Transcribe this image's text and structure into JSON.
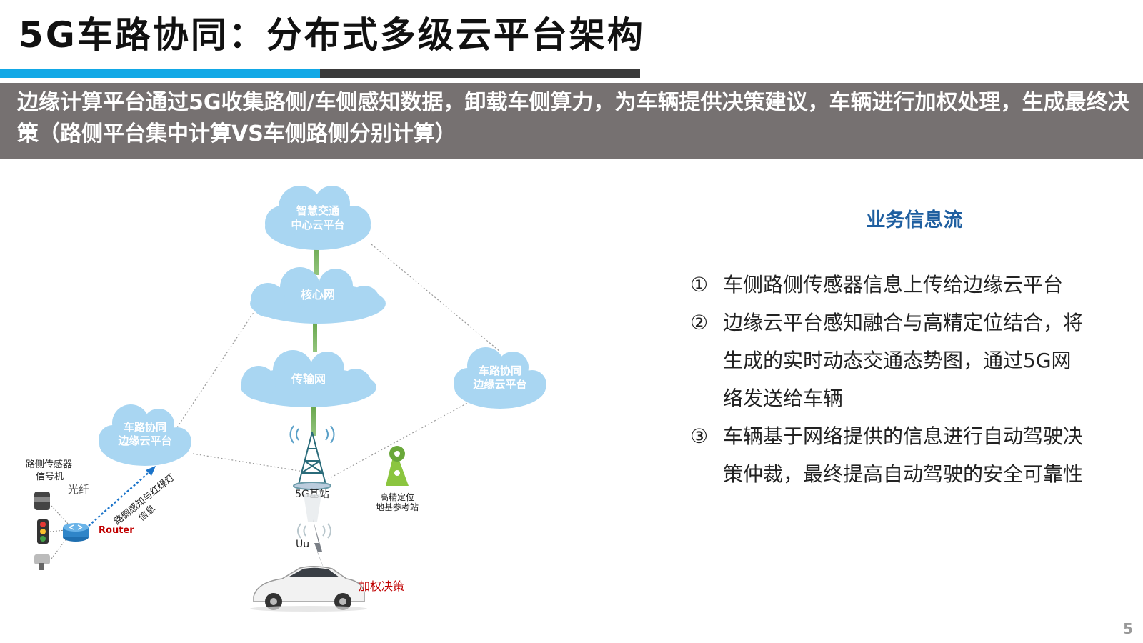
{
  "title": "5G车路协同：分布式多级云平台架构",
  "banner": "边缘计算平台通过5G收集路侧/车侧感知数据，卸载车侧算力，为车辆提供决策建议，车辆进行加权处理，生成最终决策（路侧平台集中计算VS车侧路侧分别计算）",
  "diagram": {
    "cloud_top": [
      "智慧交通",
      "中心云平台"
    ],
    "cloud_core": "核心网",
    "cloud_transport": "传输网",
    "cloud_edge_right": [
      "车路协同",
      "边缘云平台"
    ],
    "cloud_edge_left": [
      "车路协同",
      "边缘云平台"
    ],
    "sensor_label": [
      "路侧传感器",
      "信号机"
    ],
    "fiber_label": "光纤",
    "router_label": "Router",
    "arrow_label": [
      "路侧感知与红绿灯",
      "信息"
    ],
    "base_station_label": "5G基站",
    "gnss_label": [
      "高精定位",
      "地基参考站"
    ],
    "uu_label": "Uu",
    "car_label": "加权决策",
    "colors": {
      "cloud": "#a9d6f2",
      "router_label": "#c00000",
      "car_label": "#c00000",
      "arrow": "#1a73c9"
    }
  },
  "flow": {
    "title": "业务信息流",
    "items": [
      {
        "num": "①",
        "lines": [
          "车侧路侧传感器信息上传给边缘云平台"
        ]
      },
      {
        "num": "②",
        "lines": [
          "边缘云平台感知融合与高精定位结合，将",
          "生成的实时动态交通态势图，通过5G网",
          "络发送给车辆"
        ]
      },
      {
        "num": "③",
        "lines": [
          "车辆基于网络提供的信息进行自动驾驶决",
          "策仲裁，最终提高自动驾驶的安全可靠性"
        ]
      }
    ]
  },
  "page_number": "5"
}
